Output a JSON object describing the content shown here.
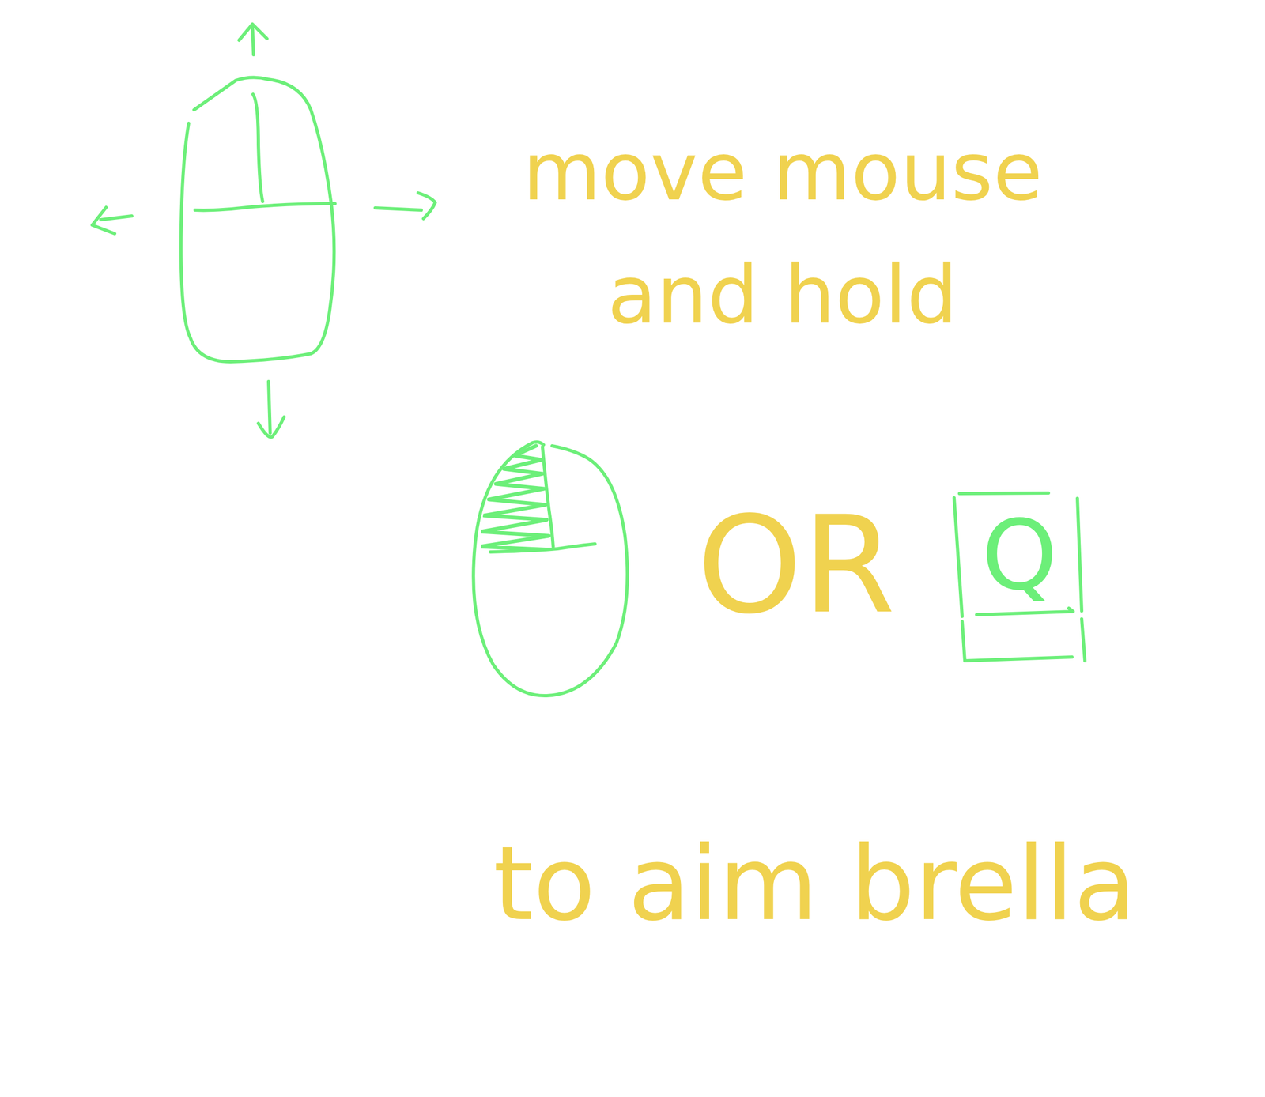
{
  "diagram": {
    "nodes": [
      {
        "text": [
          "Q"
        ]
      }
    ],
    "labels": [
      "move mouse and hold",
      "OR",
      "to aim brella"
    ]
  }
}
